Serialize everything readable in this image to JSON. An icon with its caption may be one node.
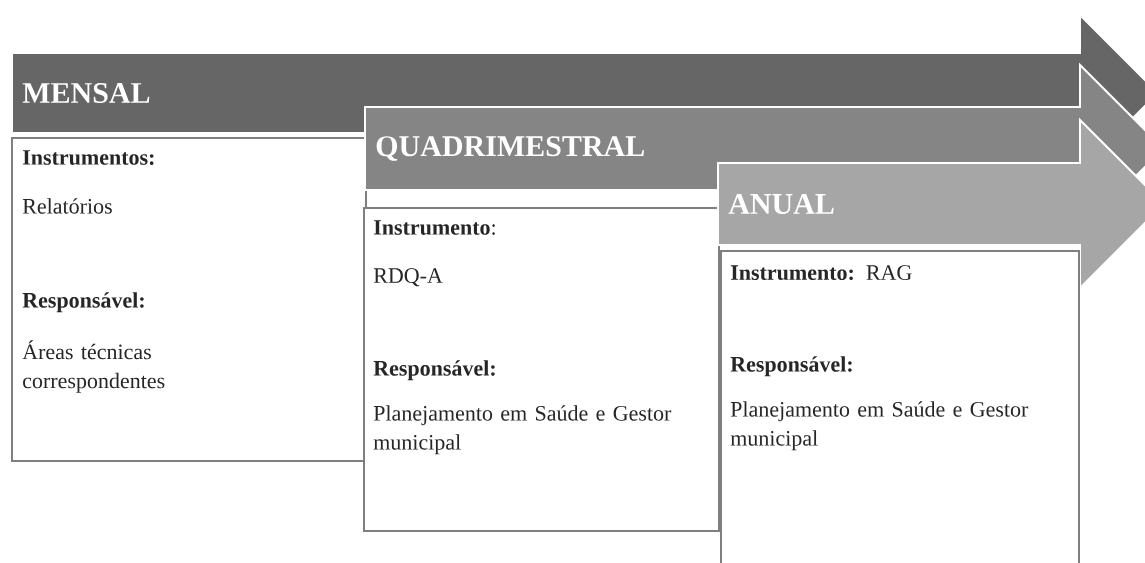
{
  "diagram": {
    "nodes": [
      {
        "text": [
          "MENSAL"
        ]
      },
      {
        "text": [
          "Instrumentos:",
          "Relatórios",
          "Responsável:",
          "Áreas técnicas correspondentes"
        ]
      },
      {
        "text": [
          "QUADRIMESTRAL"
        ]
      },
      {
        "text": [
          "**Instrumento**:",
          "RDQ-A",
          "Responsável:",
          "Planejamento em Saúde e Gestor municipal"
        ]
      },
      {
        "text": [
          "ANUAL"
        ]
      },
      {
        "text": [
          "**Instrumento:** RAG",
          "Responsável:",
          "Planejamento em Saúde e Gestor municipal"
        ]
      }
    ]
  }
}
